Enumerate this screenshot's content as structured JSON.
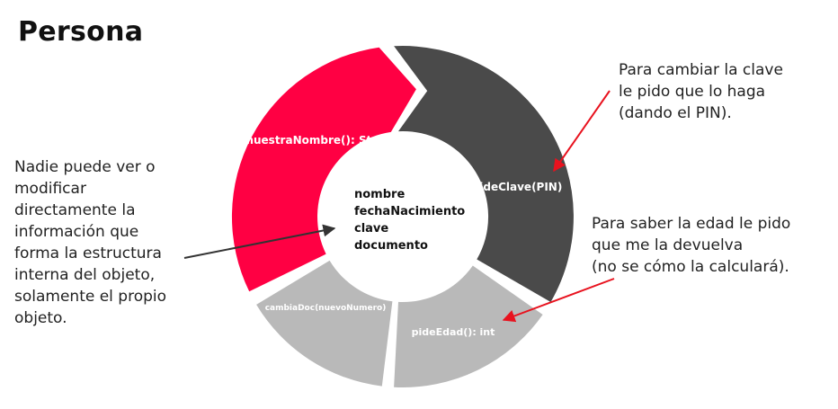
{
  "title": "Persona",
  "colors": {
    "red": "#ff0043",
    "dark": "#4a4a4a",
    "light": "#b9b9b9",
    "arrow_red": "#e8121e",
    "arrow_dark": "#333333"
  },
  "segments": {
    "red_label": "muestraNombre(): String",
    "dark_label": "pideClave(PIN)",
    "light_left_label": "cambiaDoc(nuevoNumero)",
    "light_right_label": "pideEdad(): int"
  },
  "core": {
    "attributes": [
      "nombre",
      "fechaNacimiento",
      "clave",
      "documento"
    ]
  },
  "notes": {
    "left": [
      "Nadie puede ver o",
      "modificar",
      "directamente la",
      "información que",
      "forma la estructura",
      "interna del objeto,",
      "solamente el propio",
      "objeto."
    ],
    "top_right": [
      "Para cambiar la clave",
      "le pido que lo haga",
      "(dando el PIN)."
    ],
    "mid_right": [
      "Para saber la edad le pido",
      "que me la devuelva",
      "(no se cómo la calculará)."
    ]
  }
}
